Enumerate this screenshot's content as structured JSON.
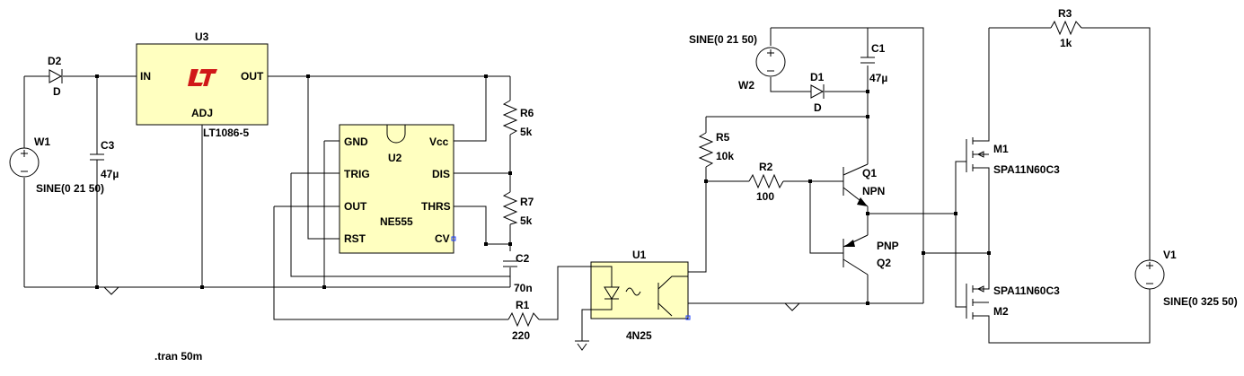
{
  "components": {
    "U3": {
      "ref": "U3",
      "in": "IN",
      "out": "OUT",
      "adj": "ADJ",
      "part": "LT1086-5"
    },
    "U2": {
      "ref": "U2",
      "part": "NE555",
      "gnd": "GND",
      "vcc": "Vcc",
      "trig": "TRIG",
      "dis": "DIS",
      "out": "OUT",
      "thrs": "THRS",
      "rst": "RST",
      "cv": "CV"
    },
    "U1": {
      "ref": "U1",
      "part": "4N25"
    },
    "D2": {
      "ref": "D2",
      "model": "D"
    },
    "D1": {
      "ref": "D1",
      "model": "D"
    },
    "W1": {
      "ref": "W1",
      "value": "SINE(0 21 50)"
    },
    "W2": {
      "ref": "W2",
      "value": "SINE(0 21 50)"
    },
    "V1": {
      "ref": "V1",
      "value": "SINE(0 325 50)"
    },
    "C3": {
      "ref": "C3",
      "value": "47µ"
    },
    "C1": {
      "ref": "C1",
      "value": "47µ"
    },
    "C2": {
      "ref": "C2",
      "value": "70n"
    },
    "R6": {
      "ref": "R6",
      "value": "5k"
    },
    "R7": {
      "ref": "R7",
      "value": "5k"
    },
    "R5": {
      "ref": "R5",
      "value": "10k"
    },
    "R2": {
      "ref": "R2",
      "value": "100"
    },
    "R1": {
      "ref": "R1",
      "value": "220"
    },
    "R3": {
      "ref": "R3",
      "value": "1k"
    },
    "Q1": {
      "ref": "Q1",
      "type": "NPN"
    },
    "Q2": {
      "ref": "Q2",
      "type": "PNP"
    },
    "M1": {
      "ref": "M1",
      "part": "SPA11N60C3"
    },
    "M2": {
      "ref": "M2",
      "part": "SPA11N60C3"
    }
  },
  "directive": ".tran 50m"
}
